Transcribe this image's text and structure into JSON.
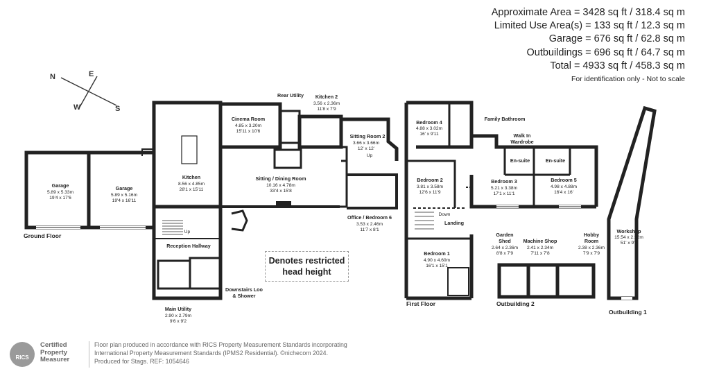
{
  "areas": {
    "approximate": "Approximate Area = 3428 sq ft / 318.4 sq m",
    "limited_use": "Limited Use Area(s) = 133 sq ft / 12.3 sq m",
    "garage": "Garage = 676 sq ft / 62.8 sq m",
    "outbuildings": "Outbuildings = 696 sq ft / 64.7 sq m",
    "total": "Total = 4933 sq ft / 458.3 sq m",
    "note": "For identification only - Not to scale"
  },
  "compass": {
    "n": "N",
    "e": "E",
    "s": "S",
    "w": "W"
  },
  "floors": {
    "ground": "Ground Floor",
    "first": "First Floor",
    "outbuilding2": "Outbuilding 2",
    "outbuilding1": "Outbuilding 1"
  },
  "rooms": {
    "garage1": {
      "name": "Garage",
      "metric": "5.89 x 5.33m",
      "imperial": "19'4 x 17'6"
    },
    "garage2": {
      "name": "Garage",
      "metric": "5.89 x 5.16m",
      "imperial": "19'4 x 16'11"
    },
    "kitchen": {
      "name": "Kitchen",
      "metric": "8.56 x 4.85m",
      "imperial": "28'1 x 15'11"
    },
    "cinema": {
      "name": "Cinema Room",
      "metric": "4.85 x 3.20m",
      "imperial": "15'11 x 10'6"
    },
    "rear_utility": {
      "name": "Rear Utility"
    },
    "kitchen2": {
      "name": "Kitchen 2",
      "metric": "3.56 x 2.36m",
      "imperial": "11'8 x 7'9"
    },
    "sitting2": {
      "name": "Sitting Room 2",
      "metric": "3.66 x 3.66m",
      "imperial": "12' x 12'"
    },
    "sitting_dining": {
      "name": "Sitting / Dining Room",
      "metric": "10.16 x 4.78m",
      "imperial": "33'4 x 15'8"
    },
    "office": {
      "name": "Office / Bedroom 6",
      "metric": "3.53 x 2.46m",
      "imperial": "11'7 x 8'1"
    },
    "reception": {
      "name": "Reception Hallway"
    },
    "main_utility": {
      "name": "Main Utility",
      "metric": "2.90 x 2.79m",
      "imperial": "9'6 x 9'2"
    },
    "loo": {
      "name": "Downstairs Loo",
      "name2": "& Shower"
    },
    "bed4": {
      "name": "Bedroom 4",
      "metric": "4.88 x 3.02m",
      "imperial": "16' x 9'11"
    },
    "family_bath": {
      "name": "Family Bathroom"
    },
    "walk_in": {
      "name": "Walk In",
      "name2": "Wardrobe"
    },
    "ensuite1": {
      "name": "En-suite"
    },
    "ensuite2": {
      "name": "En-suite"
    },
    "bed2": {
      "name": "Bedroom 2",
      "metric": "3.81 x 3.58m",
      "imperial": "12'6 x 11'9"
    },
    "bed3": {
      "name": "Bedroom 3",
      "metric": "5.21 x 3.38m",
      "imperial": "17'1 x 11'1"
    },
    "bed5": {
      "name": "Bedroom 5",
      "metric": "4.98 x 4.88m",
      "imperial": "16'4 x 16'"
    },
    "landing": {
      "name": "Landing"
    },
    "bed1": {
      "name": "Bedroom 1",
      "metric": "4.90 x 4.60m",
      "imperial": "16'1 x 15'1"
    },
    "garden_shed": {
      "name": "Garden",
      "name2": "Shed",
      "metric": "2.64 x 2.36m",
      "imperial": "8'8 x 7'9"
    },
    "machine_shop": {
      "name": "Machine Shop",
      "metric": "2.41 x 2.34m",
      "imperial": "7'11 x 7'8"
    },
    "hobby": {
      "name": "Hobby",
      "name2": "Room",
      "metric": "2.38 x 2.36m",
      "imperial": "7'9 x 7'9"
    },
    "workshop": {
      "name": "Workshop",
      "metric": "15.54 x 2.92m",
      "imperial": "51' x 9'7"
    }
  },
  "small_labels": {
    "up": "Up",
    "down": "Down",
    "up2": "Up"
  },
  "restricted": {
    "line1": "Denotes restricted",
    "line2": "head height"
  },
  "rics": {
    "logo": "RICS",
    "line1": "Certified",
    "line2": "Property",
    "line3": "Measurer"
  },
  "footer": {
    "line1": "Floor plan produced in accordance with RICS Property Measurement Standards incorporating",
    "line2": "International Property Measurement Standards (IPMS2 Residential).  ©nichecom 2024.",
    "line3": "Produced for Stags.   REF:  1054646"
  }
}
